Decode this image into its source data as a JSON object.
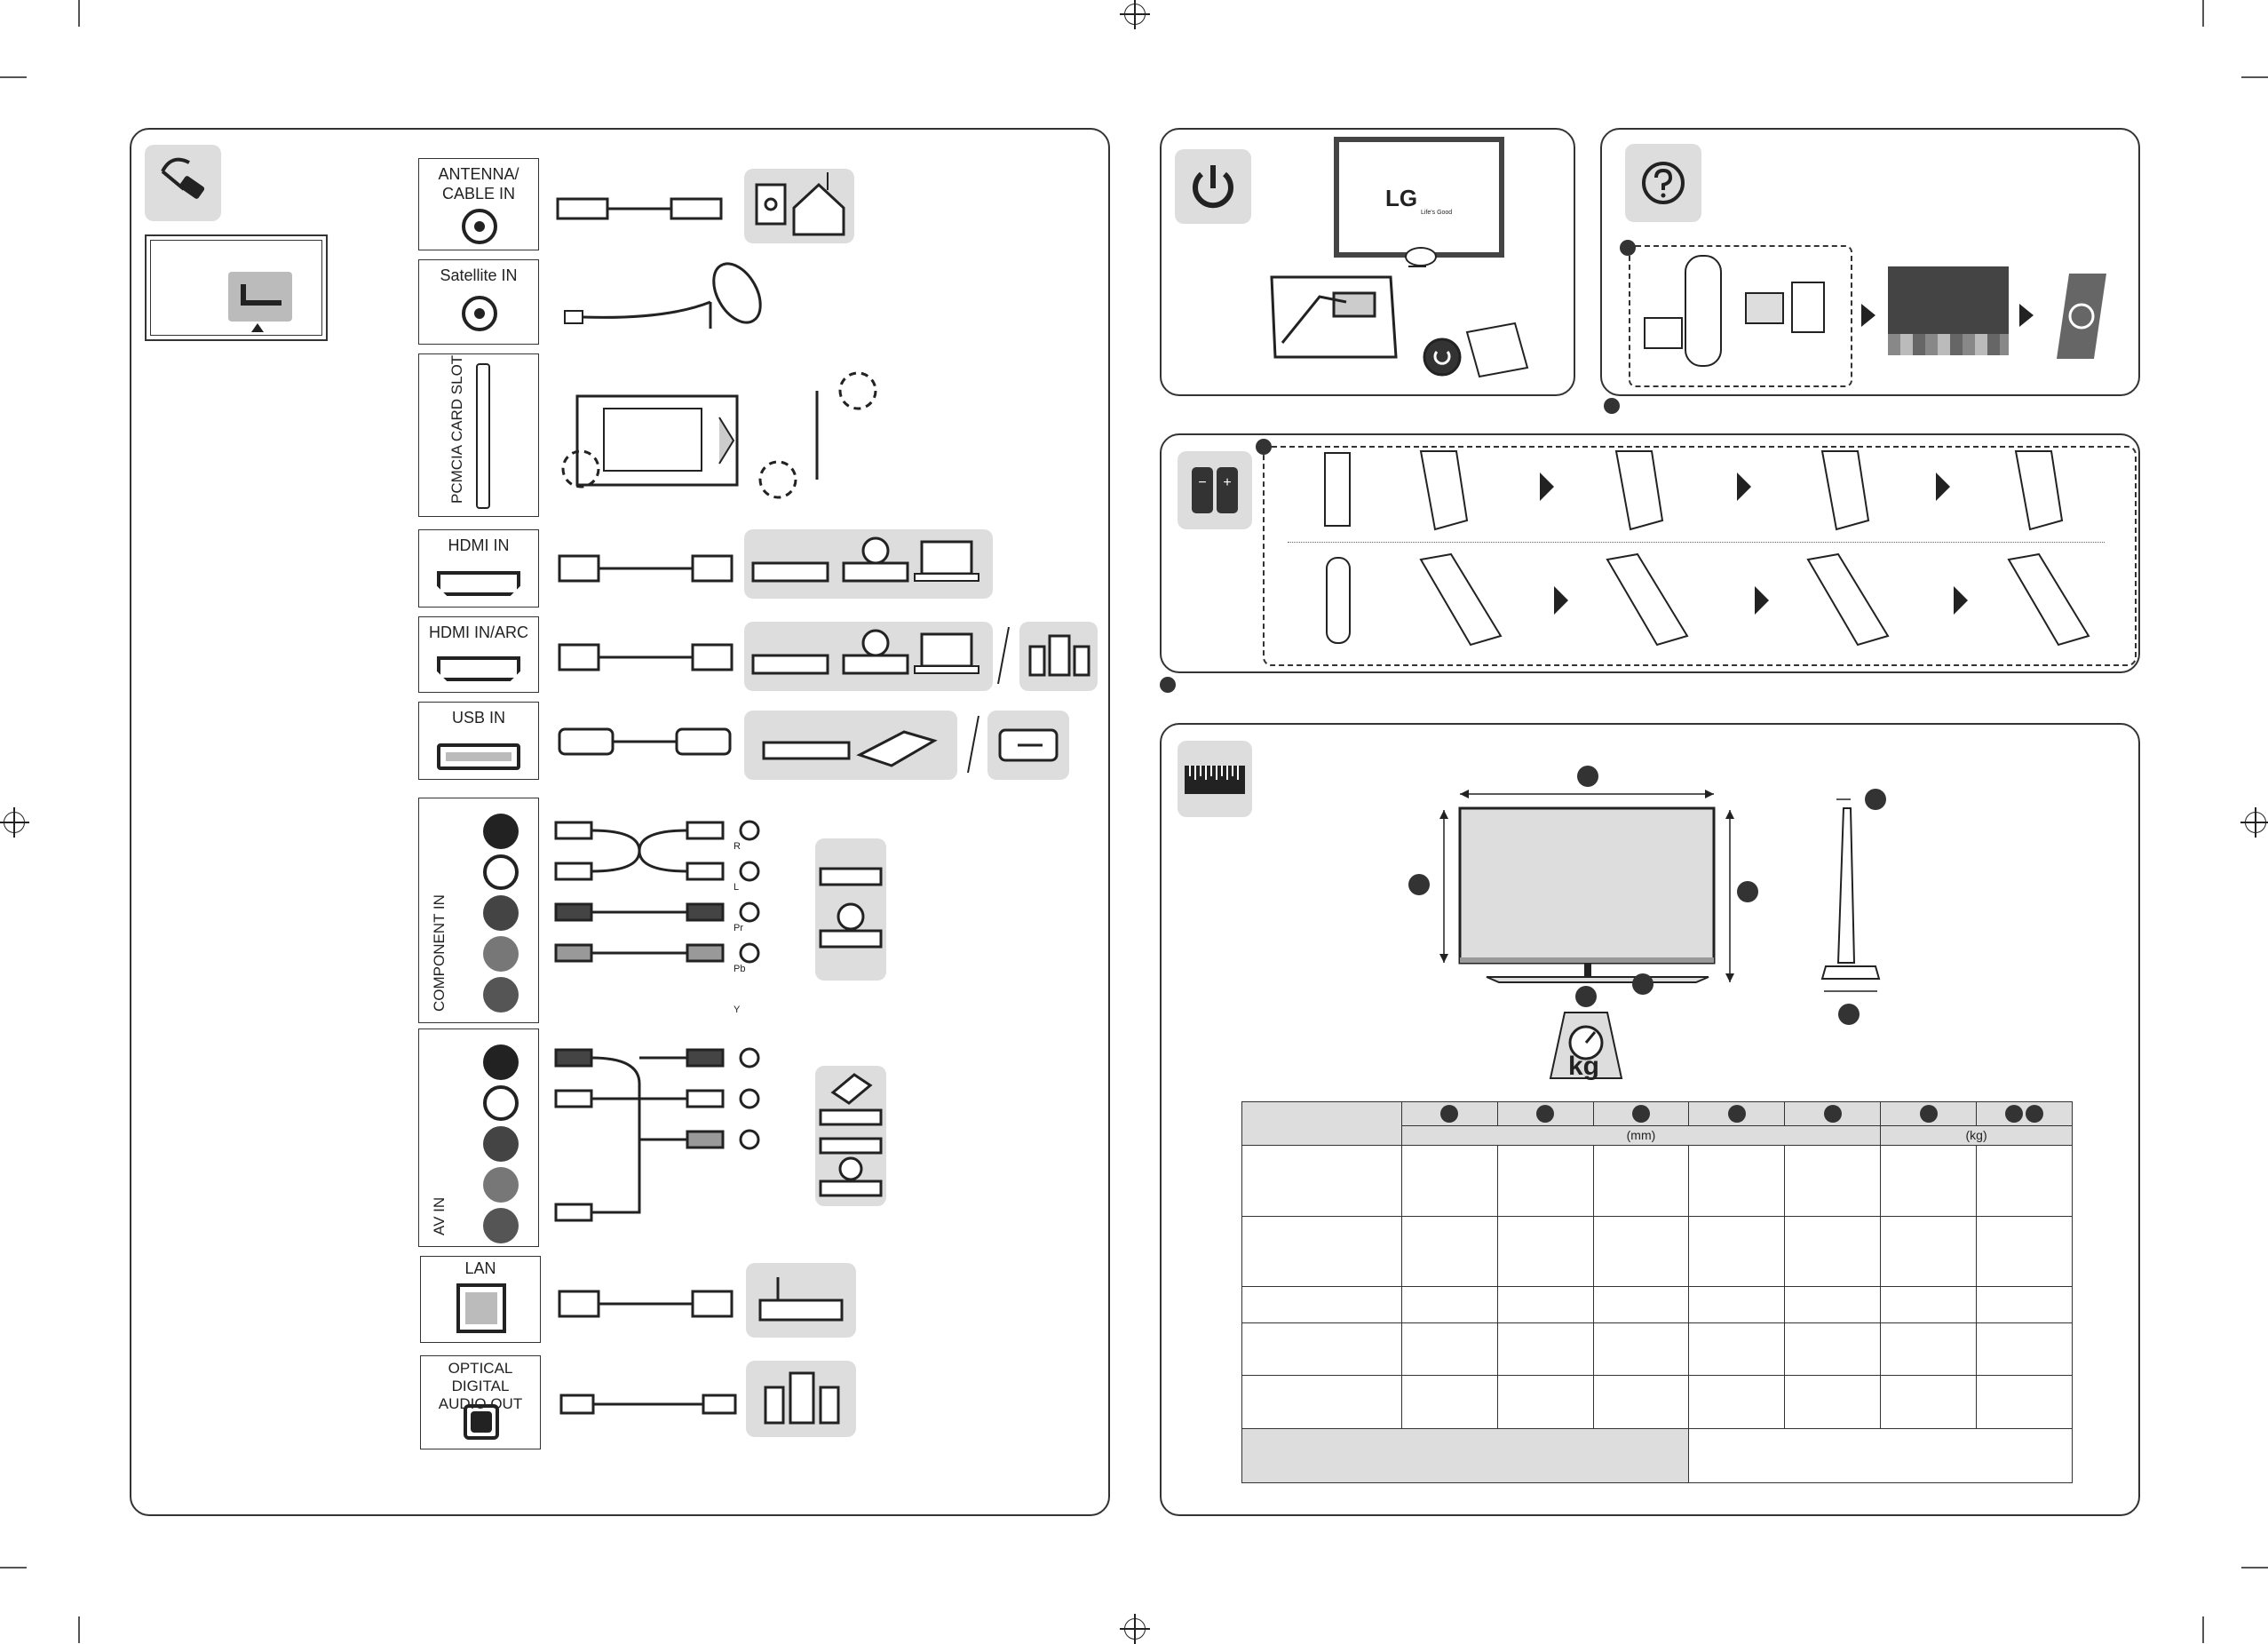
{
  "ports": {
    "antenna": "ANTENNA/\nCABLE IN",
    "satellite": "Satellite IN",
    "pcmcia": "PCMCIA CARD SLOT",
    "hdmi": "HDMI IN",
    "hdmi_arc": "HDMI IN/ARC",
    "usb": "USB IN",
    "component": "COMPONENT IN",
    "av": "AV IN",
    "lan": "LAN",
    "optical": "OPTICAL DIGITAL\nAUDIO OUT"
  },
  "component_jacks": [
    "R",
    "L",
    "Pr",
    "Pb",
    "Y"
  ],
  "brand": {
    "logo": "LG",
    "tagline": "Life's Good"
  },
  "dimensions": {
    "units_mm": "(mm)",
    "units_kg": "(kg)",
    "scale_label": "kg"
  },
  "icons": {
    "connection": "cable-plug-icon",
    "power": "power-icon",
    "help": "question-icon",
    "battery": "battery-icon",
    "size": "ruler-icon"
  },
  "colors": {
    "panel_border": "#333333",
    "fill": "#dddddd",
    "dark": "#333333"
  }
}
